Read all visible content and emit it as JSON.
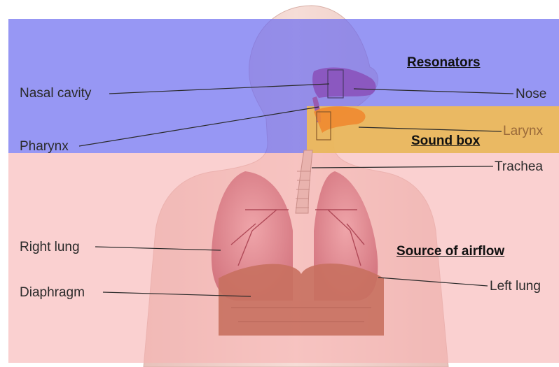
{
  "zones": {
    "resonators": "Resonators",
    "sound_box": "Sound box",
    "source_of_airflow": "Source of airflow"
  },
  "labels": {
    "nasal_cavity": "Nasal cavity",
    "pharynx": "Pharynx",
    "nose": "Nose",
    "larynx": "Larynx",
    "trachea": "Trachea",
    "right_lung": "Right lung",
    "diaphragm": "Diaphragm",
    "left_lung": "Left lung"
  },
  "colors": {
    "resonators_band": "#7f7ff0",
    "sound_box_band": "#f2c15a",
    "airflow_band": "#f6bdbd",
    "body_skin": "#f3d5cf",
    "lung": "#e0868f",
    "diaphragm": "#c96f62",
    "larynx_label": "#9a6a3a"
  }
}
